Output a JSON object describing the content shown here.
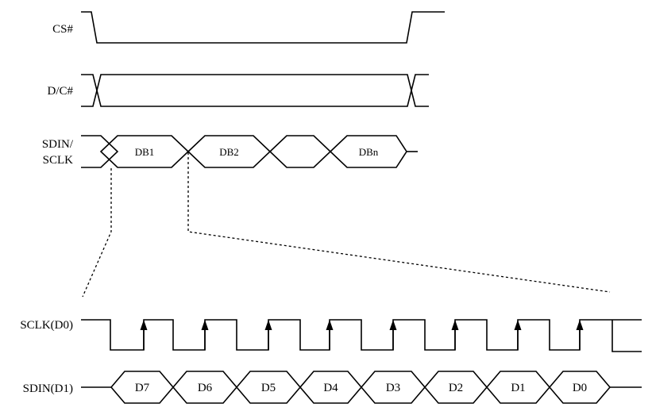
{
  "signals": {
    "cs": "CS#",
    "dc": "D/C#",
    "sdin_line1": "SDIN/",
    "sdin_line2": "SCLK",
    "sclk_d0": "SCLK(D0)",
    "sdin_d1": "SDIN(D1)"
  },
  "bytes": [
    "DB1",
    "DB2",
    "",
    "DBn"
  ],
  "bits": [
    "D7",
    "D6",
    "D5",
    "D4",
    "D3",
    "D2",
    "D1",
    "D0"
  ]
}
